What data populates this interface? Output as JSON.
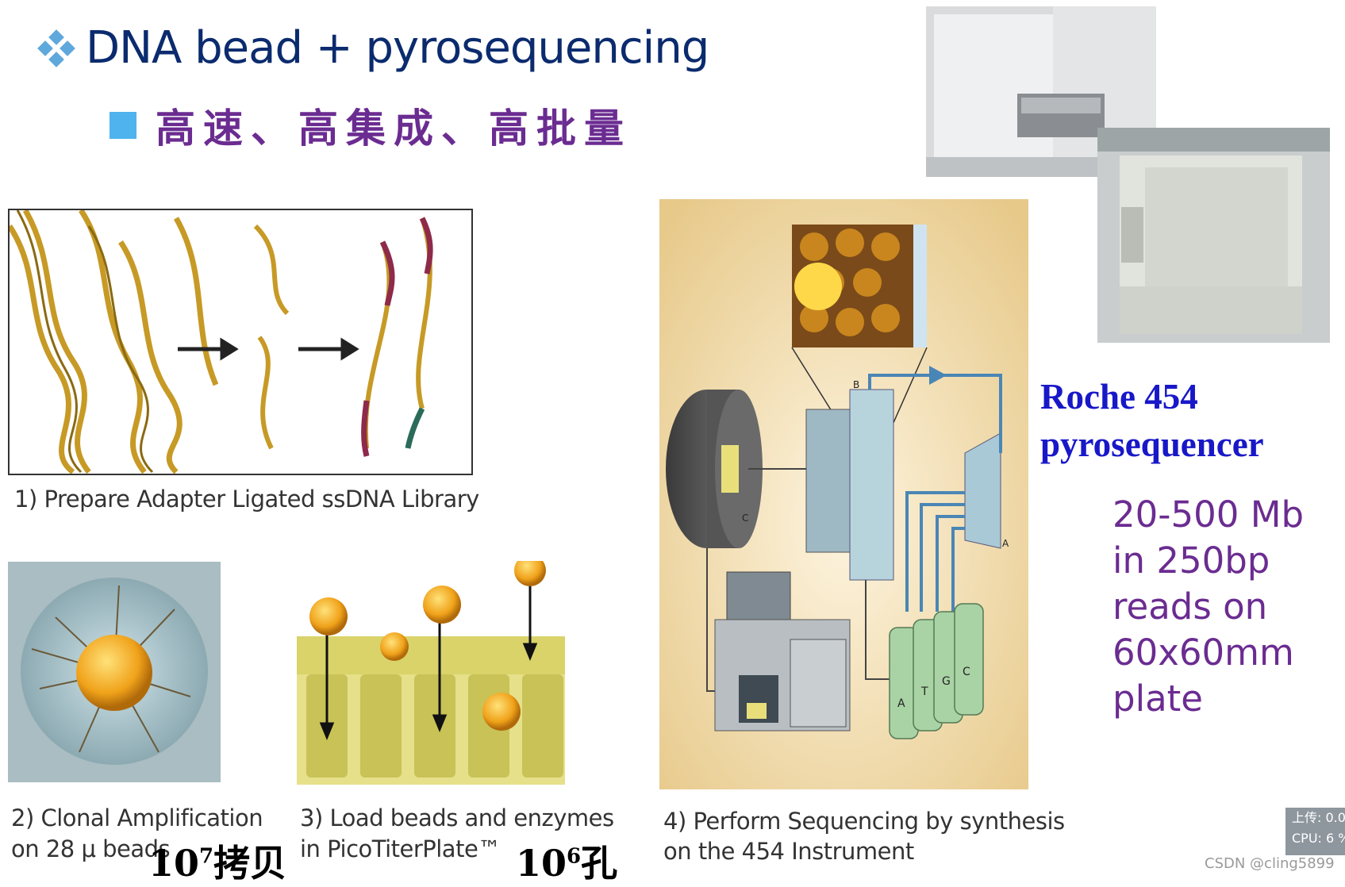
{
  "title": "DNA bead + pyrosequencing",
  "subtitle": "高速、高集成、高批量",
  "panels": {
    "step1_caption": "1) Prepare Adapter Ligated ssDNA Library",
    "step2_caption_line1": "2) Clonal Amplification",
    "step2_caption_line2": "on 28 μ beads",
    "step3_caption_line1": "3) Load beads and enzymes",
    "step3_caption_line2": "in PicoTiterPlate™",
    "step4_caption_line1": "4) Perform Sequencing by synthesis",
    "step4_caption_line2": "on the 454 Instrument"
  },
  "annotations": {
    "copies_base": "10",
    "copies_exp": "7",
    "copies_unit": "拷贝",
    "wells_base": "10",
    "wells_exp": "6",
    "wells_unit": "孔"
  },
  "instrument": {
    "name_line1": "Roche 454",
    "name_line2": "pyrosequencer",
    "spec_lines": [
      "20-500 Mb",
      "in 250bp",
      "reads on",
      "60x60mm",
      "plate"
    ]
  },
  "diagram_labels": {
    "a": "A",
    "b": "B",
    "c": "C",
    "bottles": [
      "A",
      "T",
      "G",
      "C"
    ]
  },
  "overlay": {
    "upload": "上传: 0.0",
    "cpu": "CPU: 6 %"
  },
  "watermark": "CSDN @cling5899",
  "colors": {
    "title": "#0b2b6e",
    "subtitle": "#6b2c91",
    "roche": "#1818c8",
    "specs": "#6b2c91",
    "bullet": "#4fb3ee"
  }
}
